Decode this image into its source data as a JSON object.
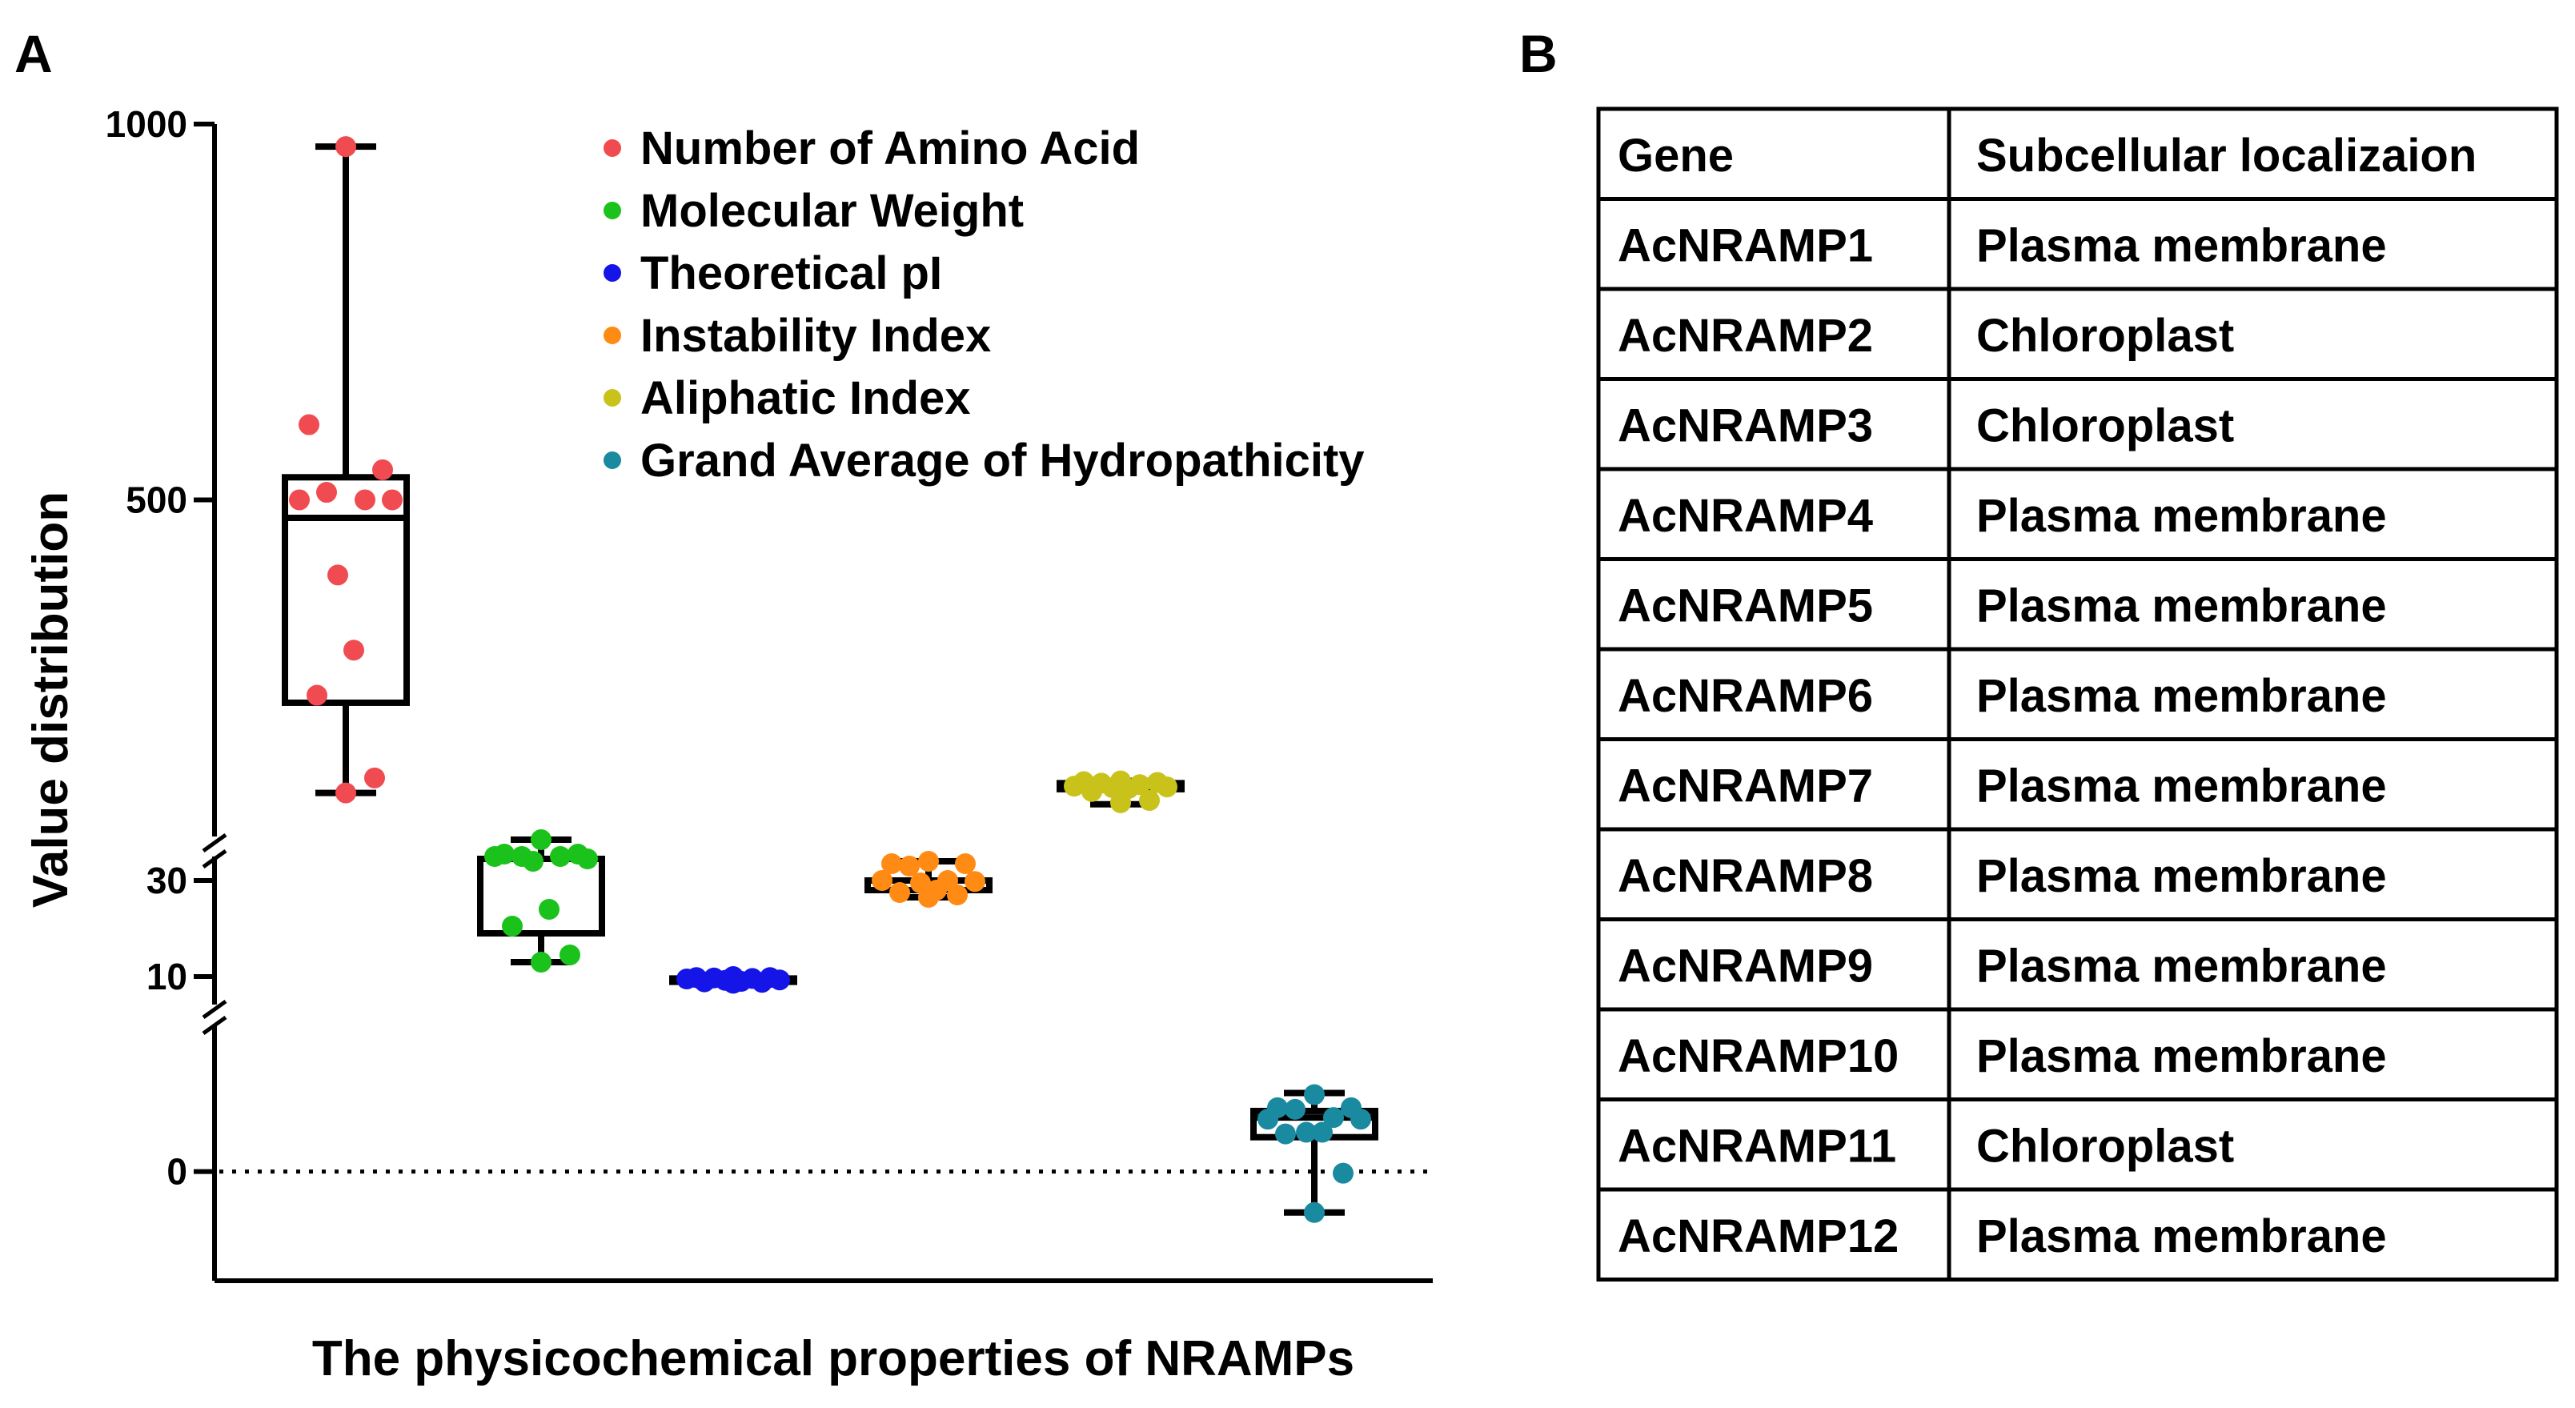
{
  "panels": {
    "a_label": "A",
    "b_label": "B"
  },
  "chart_data": {
    "type": "box",
    "xlabel": "The physicochemical properties of NRAMPs",
    "ylabel": "Value distribution",
    "y_axis_segments": [
      {
        "range": [
          -1.5,
          4
        ],
        "ticks": [
          0
        ]
      },
      {
        "range": [
          10,
          30
        ],
        "ticks": [
          10,
          30
        ]
      },
      {
        "range": [
          100,
          1000
        ],
        "ticks": [
          500,
          1000
        ]
      }
    ],
    "y_tick_labels": [
      "1000",
      "500",
      "30",
      "10",
      "0"
    ],
    "reference_line": {
      "y": 0,
      "style": "dotted"
    },
    "legend_position": "top-center",
    "series": [
      {
        "name": "Number of Amino Acid",
        "color": "#f04b50",
        "segment": 2,
        "whisker": [
          110,
          970
        ],
        "box": [
          230,
          530
        ],
        "median": 476,
        "points": [
          970,
          600,
          540,
          510,
          500,
          500,
          500,
          400,
          300,
          240,
          130,
          110
        ]
      },
      {
        "name": "Molecular Weight",
        "color": "#1cc21c",
        "segment": 1,
        "whisker": [
          13,
          38.5
        ],
        "box": [
          19,
          34.5
        ],
        "median": 34.5,
        "points": [
          38.5,
          35.5,
          35.5,
          35,
          35,
          35,
          34.5,
          34,
          24,
          20.5,
          14.5,
          13
        ]
      },
      {
        "name": "Theoretical pI",
        "color": "#1515e8",
        "segment": 1,
        "whisker": [
          8.5,
          10
        ],
        "box": [
          8.9,
          9.6
        ],
        "median": 9.1,
        "points": [
          10,
          9.8,
          9.8,
          9.7,
          9.6,
          9.5,
          9.3,
          9.2,
          9,
          8.9,
          8.8,
          8.6
        ]
      },
      {
        "name": "Instability Index",
        "color": "#ff8a14",
        "segment": 1,
        "whisker": [
          26.5,
          34
        ],
        "box": [
          28,
          30
        ],
        "median": 30,
        "points": [
          34,
          33.5,
          33.5,
          33,
          30,
          30,
          29.8,
          29.5,
          28,
          27.5,
          27,
          26.5
        ]
      },
      {
        "name": "Aliphatic Index",
        "color": "#c9c21a",
        "segment": 2,
        "whisker": [
          95,
          126
        ],
        "box": [
          115,
          123
        ],
        "median": 117,
        "points": [
          126,
          125,
          124,
          123,
          121,
          119,
          118,
          117,
          116,
          112,
          100,
          97
        ]
      },
      {
        "name": "Grand Average of Hydropathicity",
        "color": "#1a8aa0",
        "segment": 0,
        "whisker": [
          -1.25,
          2.4
        ],
        "box": [
          1.05,
          1.85
        ],
        "median": 1.65,
        "points": [
          2.35,
          1.95,
          1.95,
          1.9,
          1.65,
          1.6,
          1.6,
          1.2,
          1.2,
          1.15,
          -0.05,
          -1.25
        ]
      }
    ]
  },
  "table": {
    "headers": [
      "Gene",
      "Subcellular localizaion"
    ],
    "rows": [
      [
        "AcNRAMP1",
        "Plasma membrane"
      ],
      [
        "AcNRAMP2",
        "Chloroplast"
      ],
      [
        "AcNRAMP3",
        "Chloroplast"
      ],
      [
        "AcNRAMP4",
        "Plasma membrane"
      ],
      [
        "AcNRAMP5",
        "Plasma membrane"
      ],
      [
        "AcNRAMP6",
        "Plasma membrane"
      ],
      [
        "AcNRAMP7",
        "Plasma membrane"
      ],
      [
        "AcNRAMP8",
        "Plasma membrane"
      ],
      [
        "AcNRAMP9",
        "Plasma membrane"
      ],
      [
        "AcNRAMP10",
        "Plasma membrane"
      ],
      [
        "AcNRAMP11",
        "Chloroplast"
      ],
      [
        "AcNRAMP12",
        "Plasma membrane"
      ]
    ]
  }
}
